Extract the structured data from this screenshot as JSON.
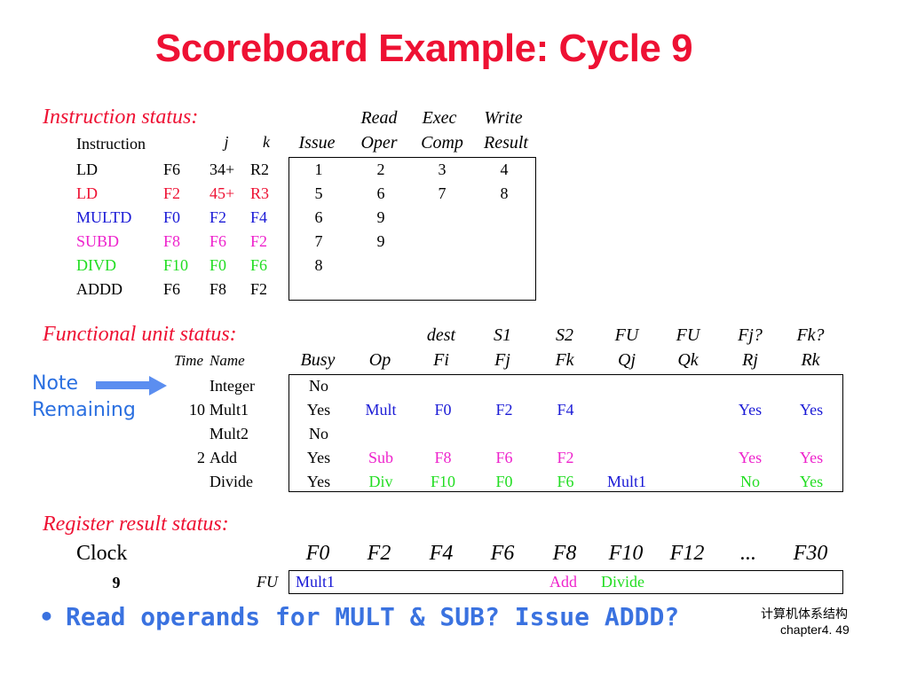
{
  "title": "Scoreboard Example: Cycle 9",
  "colors": {
    "red": "#ee1133",
    "blue": "#1a1ad6",
    "magenta": "#ee22cc",
    "green": "#22dd22",
    "black": "#000000",
    "note": "#2a6fe0"
  },
  "instruction_status": {
    "heading": "Instruction status:",
    "head1": {
      "read": "Read",
      "exec": "Exec",
      "write": "Write"
    },
    "head2": {
      "instruction": "Instruction",
      "j": "j",
      "k": "k",
      "issue": "Issue",
      "oper": "Oper",
      "comp": "Comp",
      "result": "Result"
    },
    "rows": [
      {
        "op": "LD",
        "dest": "F6",
        "j": "34+",
        "k": "R2",
        "issue": "1",
        "read": "2",
        "exec": "3",
        "write": "4",
        "color": "#000000"
      },
      {
        "op": "LD",
        "dest": "F2",
        "j": "45+",
        "k": "R3",
        "issue": "5",
        "read": "6",
        "exec": "7",
        "write": "8",
        "color": "#ee1133"
      },
      {
        "op": "MULTD",
        "dest": "F0",
        "j": "F2",
        "k": "F4",
        "issue": "6",
        "read": "9",
        "exec": "",
        "write": "",
        "color": "#1a1ad6"
      },
      {
        "op": "SUBD",
        "dest": "F8",
        "j": "F6",
        "k": "F2",
        "issue": "7",
        "read": "9",
        "exec": "",
        "write": "",
        "color": "#ee22cc"
      },
      {
        "op": "DIVD",
        "dest": "F10",
        "j": "F0",
        "k": "F6",
        "issue": "8",
        "read": "",
        "exec": "",
        "write": "",
        "color": "#22dd22"
      },
      {
        "op": "ADDD",
        "dest": "F6",
        "j": "F8",
        "k": "F2",
        "issue": "",
        "read": "",
        "exec": "",
        "write": "",
        "color": "#000000"
      }
    ]
  },
  "functional_unit_status": {
    "heading": "Functional unit status:",
    "head1": {
      "dest": "dest",
      "s1": "S1",
      "s2": "S2",
      "fu1": "FU",
      "fu2": "FU",
      "fj": "Fj?",
      "fk": "Fk?"
    },
    "head2": {
      "time": "Time",
      "name": "Name",
      "busy": "Busy",
      "op": "Op",
      "fi": "Fi",
      "fj": "Fj",
      "fk": "Fk",
      "qj": "Qj",
      "qk": "Qk",
      "rj": "Rj",
      "rk": "Rk"
    },
    "rows": [
      {
        "time": "",
        "name": "Integer",
        "busy": "No",
        "op": "",
        "fi": "",
        "fj": "",
        "fk": "",
        "qj": "",
        "qk": "",
        "rj": "",
        "rk": "",
        "color": "#000000"
      },
      {
        "time": "10",
        "name": "Mult1",
        "busy": "Yes",
        "op": "Mult",
        "fi": "F0",
        "fj": "F2",
        "fk": "F4",
        "qj": "",
        "qk": "",
        "rj": "Yes",
        "rk": "Yes",
        "color": "#1a1ad6"
      },
      {
        "time": "",
        "name": "Mult2",
        "busy": "No",
        "op": "",
        "fi": "",
        "fj": "",
        "fk": "",
        "qj": "",
        "qk": "",
        "rj": "",
        "rk": "",
        "color": "#000000"
      },
      {
        "time": "2",
        "name": "Add",
        "busy": "Yes",
        "op": "Sub",
        "fi": "F8",
        "fj": "F6",
        "fk": "F2",
        "qj": "",
        "qk": "",
        "rj": "Yes",
        "rk": "Yes",
        "color": "#ee22cc"
      },
      {
        "time": "",
        "name": "Divide",
        "busy": "Yes",
        "op": "Div",
        "fi": "F10",
        "fj": "F0",
        "fk": "F6",
        "qj": "Mult1",
        "qk": "",
        "rj": "No",
        "rk": "Yes",
        "color": "#22dd22",
        "qj_color": "#1a1ad6"
      }
    ]
  },
  "note": {
    "line1": "Note",
    "line2": "Remaining"
  },
  "register_result_status": {
    "heading": "Register result status:",
    "clock_label": "Clock",
    "clock_value": "9",
    "fu_label": "FU",
    "registers": [
      "F0",
      "F2",
      "F4",
      "F6",
      "F8",
      "F10",
      "F12",
      "...",
      "F30"
    ],
    "values": [
      {
        "text": "Mult1",
        "color": "#1a1ad6"
      },
      {
        "text": "",
        "color": "#000000"
      },
      {
        "text": "",
        "color": "#000000"
      },
      {
        "text": "",
        "color": "#000000"
      },
      {
        "text": "Add",
        "color": "#ee22cc"
      },
      {
        "text": "Divide",
        "color": "#22dd22"
      },
      {
        "text": "",
        "color": "#000000"
      },
      {
        "text": "",
        "color": "#000000"
      },
      {
        "text": "",
        "color": "#000000"
      }
    ]
  },
  "bullet": {
    "marker": "•",
    "text": "Read operands for MULT & SUB?  Issue ADDD?"
  },
  "footer": {
    "line1": "计算机体系结构",
    "line2": "chapter4. 49"
  }
}
